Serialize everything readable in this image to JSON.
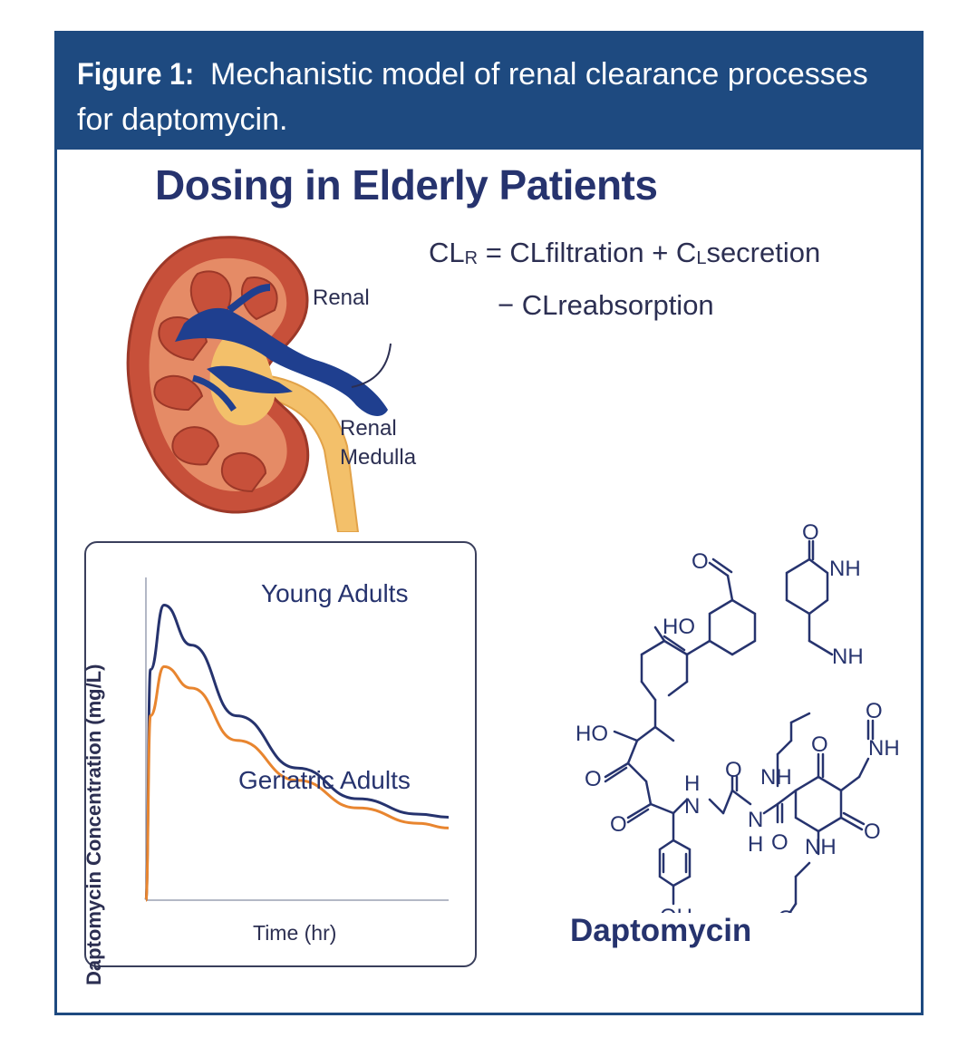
{
  "figure": {
    "label": "Figure 1:",
    "caption": "Mechanistic model of renal clearance processes for daptomycin.",
    "header_color": "#1e4a80"
  },
  "title": "Dosing in Elderly Patients",
  "equation": {
    "lhs_main": "CL",
    "lhs_sub": "R",
    "rhs_part1": " = CLfiltration + C",
    "rhs_sub": "L",
    "rhs_part2": "secretion",
    "line2": "− CLreabsorption"
  },
  "kidney": {
    "label_renal": "Renal",
    "label_medulla_1": "Renal",
    "label_medulla_2": "Medulla",
    "cortex_color": "#c7503a",
    "pelvis_color": "#f3c06a",
    "vessel_color": "#1f3f8f"
  },
  "chart_data": {
    "type": "line",
    "xlabel": "Time (hr)",
    "ylabel": "Daptomycin Concentration (mg/L)",
    "series": [
      {
        "name": "Young Adults",
        "color": "#26336e",
        "points": [
          [
            0,
            0
          ],
          [
            0.15,
            7.5
          ],
          [
            0.6,
            9.6
          ],
          [
            1.5,
            8.3
          ],
          [
            3,
            6.0
          ],
          [
            5,
            4.3
          ],
          [
            7,
            3.3
          ],
          [
            9,
            2.8
          ],
          [
            10,
            2.7
          ]
        ]
      },
      {
        "name": "Geriatric Adults",
        "color": "#e8852f",
        "points": [
          [
            0,
            0
          ],
          [
            0.15,
            6.0
          ],
          [
            0.6,
            7.6
          ],
          [
            1.5,
            6.9
          ],
          [
            3,
            5.2
          ],
          [
            5,
            3.9
          ],
          [
            7,
            3.0
          ],
          [
            9,
            2.5
          ],
          [
            10,
            2.35
          ]
        ]
      }
    ],
    "xlim": [
      0,
      10
    ],
    "ylim": [
      0,
      10.5
    ],
    "grid": false,
    "legend": "inline labels"
  },
  "molecule": {
    "name": "Daptomycin",
    "atoms": [
      "O",
      "O",
      "NH",
      "HO",
      "NH",
      "HO",
      "O",
      "O",
      "H",
      "N",
      "O",
      "NH",
      "O",
      "O",
      "NH",
      "N",
      "H",
      "O",
      "O",
      "NH",
      "OH",
      "O"
    ]
  }
}
